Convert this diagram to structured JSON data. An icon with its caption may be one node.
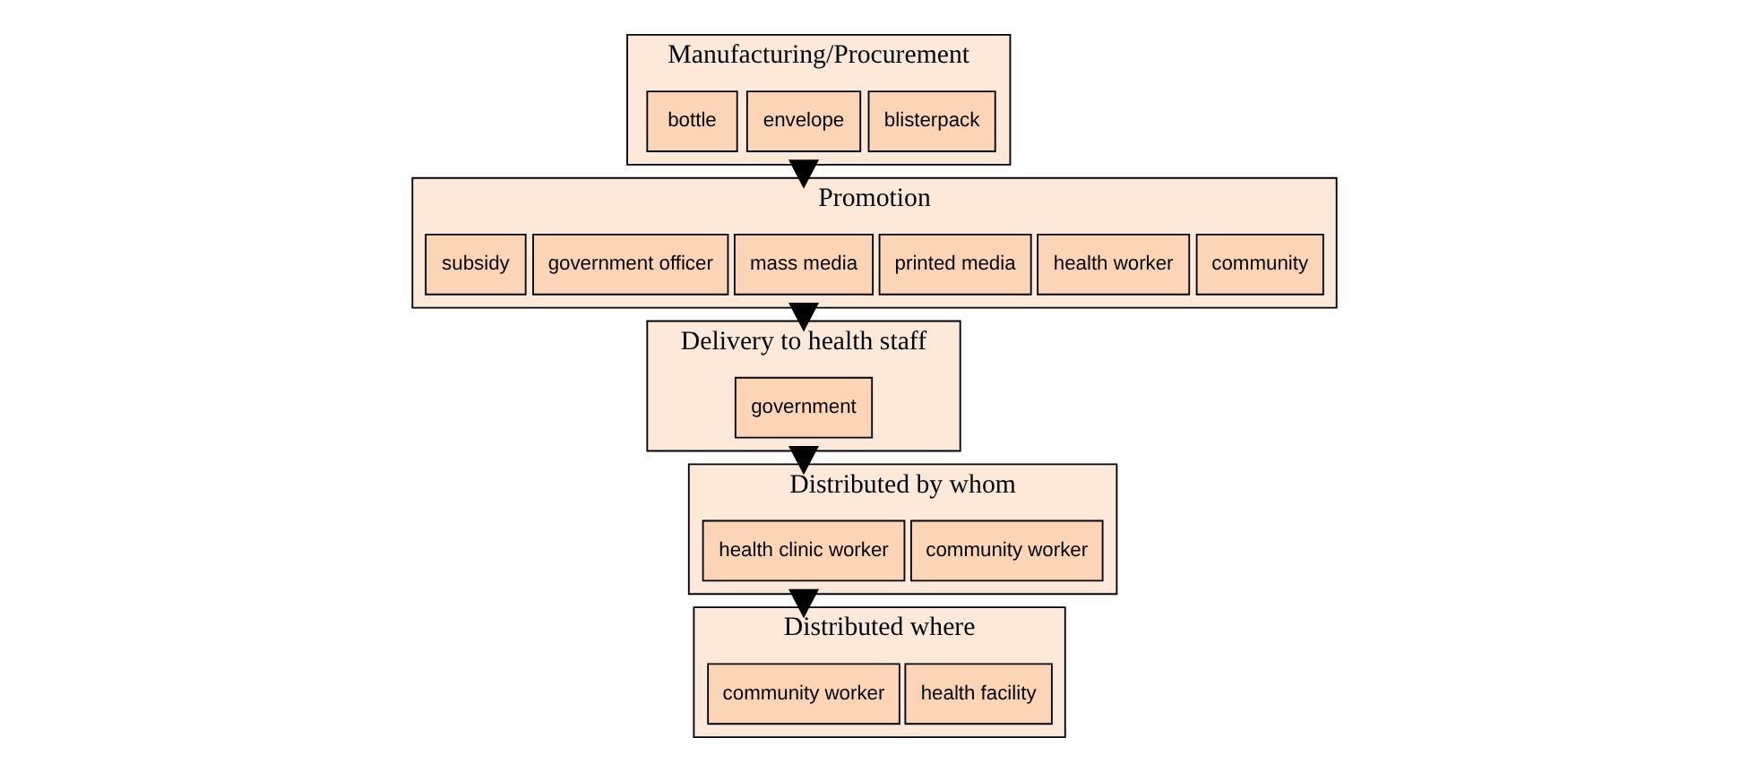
{
  "diagram": {
    "nodes": [
      {
        "text": [
          "Manufacturing/Procurement"
        ]
      },
      {
        "text": [
          "blisterpack"
        ],
        "in": 0
      },
      {
        "text": [
          "envelope"
        ],
        "in": 0
      },
      {
        "text": [
          "bottle"
        ],
        "in": 0
      },
      {
        "text": [
          "Promotion"
        ]
      },
      {
        "text": [
          "community"
        ],
        "in": 4
      },
      {
        "text": [
          "health worker"
        ],
        "in": 4
      },
      {
        "text": [
          "printed media"
        ],
        "in": 4
      },
      {
        "text": [
          "mass media"
        ],
        "in": 4
      },
      {
        "text": [
          "government officer"
        ],
        "in": 4
      },
      {
        "text": [
          "subsidy"
        ],
        "in": 4
      },
      {
        "text": [
          "Delivery to health staff"
        ]
      },
      {
        "text": [
          "government"
        ],
        "in": 11
      },
      {
        "text": [
          "Distributed by whom"
        ]
      },
      {
        "text": [
          "community worker"
        ],
        "in": 13
      },
      {
        "text": [
          "health clinic worker"
        ],
        "in": 13
      },
      {
        "text": [
          "Distributed where"
        ]
      },
      {
        "text": [
          "health facility"
        ],
        "in": 16
      },
      {
        "text": [
          "community worker"
        ],
        "in": 16
      }
    ],
    "edges": [
      {
        "from": 0,
        "to": 4,
        "arrow": "to",
        "style": "thick"
      },
      {
        "from": 4,
        "to": 11,
        "arrow": "to",
        "style": "thick"
      },
      {
        "from": 11,
        "to": 13,
        "arrow": "to",
        "style": "thick"
      },
      {
        "from": 13,
        "to": 16,
        "arrow": "to",
        "style": "thick"
      }
    ]
  }
}
